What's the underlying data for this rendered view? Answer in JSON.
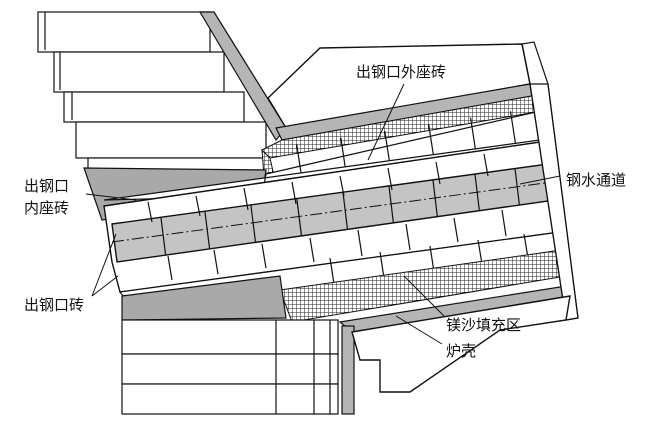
{
  "labels": {
    "outer_seat_brick": "出钢口外座砖",
    "inner_seat_brick_line1": "出钢口",
    "inner_seat_brick_line2": "内座砖",
    "steel_channel": "钢水通道",
    "taphole_brick": "出钢口砖",
    "magnesia_fill": "镁沙填充区",
    "furnace_shell": "炉壳"
  },
  "colors": {
    "line": "#111111",
    "gray_fill": "#a9a9a9",
    "channel_fill": "#c4c4c4",
    "white": "#ffffff"
  }
}
